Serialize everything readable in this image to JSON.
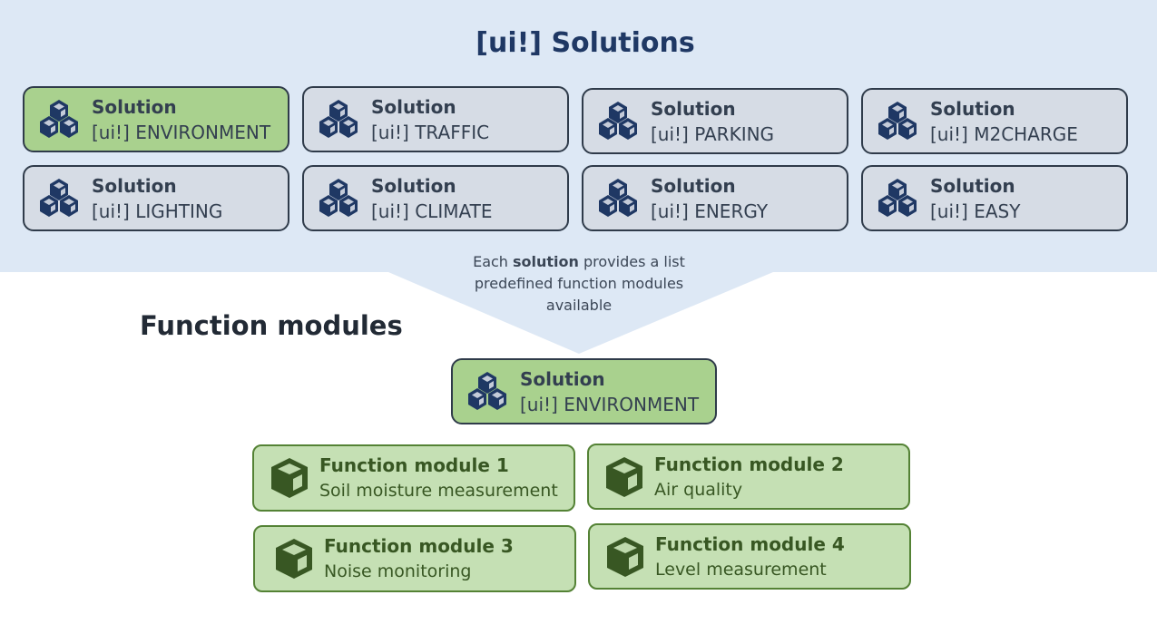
{
  "header": {
    "title": "[ui!] Solutions"
  },
  "solutions": [
    {
      "label": "Solution",
      "name": "[ui!] ENVIRONMENT",
      "active": true,
      "icon": "cubes-icon"
    },
    {
      "label": "Solution",
      "name": "[ui!] TRAFFIC",
      "active": false,
      "icon": "cubes-icon"
    },
    {
      "label": "Solution",
      "name": "[ui!] PARKING",
      "active": false,
      "icon": "cubes-icon"
    },
    {
      "label": "Solution",
      "name": "[ui!] M2CHARGE",
      "active": false,
      "icon": "cubes-icon"
    },
    {
      "label": "Solution",
      "name": "[ui!] LIGHTING",
      "active": false,
      "icon": "cubes-icon"
    },
    {
      "label": "Solution",
      "name": "[ui!] CLIMATE",
      "active": false,
      "icon": "cubes-icon"
    },
    {
      "label": "Solution",
      "name": "[ui!] ENERGY",
      "active": false,
      "icon": "cubes-icon"
    },
    {
      "label": "Solution",
      "name": "[ui!] EASY",
      "active": false,
      "icon": "cubes-icon"
    }
  ],
  "explanation": {
    "prefix": "Each ",
    "bold": "solution",
    "suffix": " provides a list predefined function modules available"
  },
  "function_modules": {
    "title": "Function modules",
    "selected_solution": {
      "label": "Solution",
      "name": "[ui!] ENVIRONMENT",
      "icon": "cubes-icon"
    },
    "items": [
      {
        "label": "Function module 1",
        "name": "Soil moisture measurement",
        "icon": "cube-icon"
      },
      {
        "label": "Function module 2",
        "name": "Air quality",
        "icon": "cube-icon"
      },
      {
        "label": "Function module 3",
        "name": "Noise monitoring",
        "icon": "cube-icon"
      },
      {
        "label": "Function module 4",
        "name": "Level measurement",
        "icon": "cube-icon"
      }
    ]
  },
  "colors": {
    "band": "#dde8f5",
    "title": "#1f3864",
    "active_solution": "#a9d18e",
    "inactive_solution": "#d6dce5",
    "module_fill": "#c5e0b4",
    "module_border": "#548235",
    "module_text": "#385723"
  }
}
